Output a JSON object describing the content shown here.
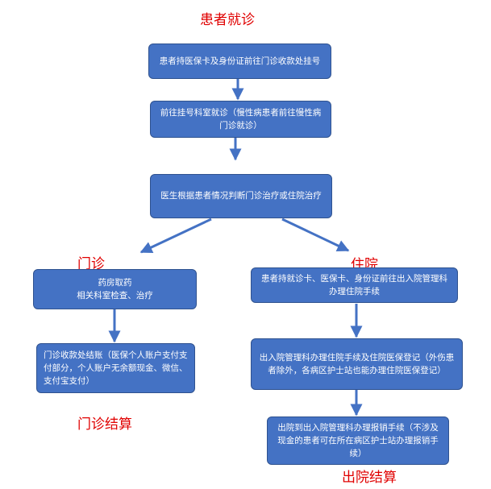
{
  "title": "患者就诊",
  "steps": {
    "register": "患者持医保卡及身份证前往门诊收款处挂号",
    "visit": "前往挂号科室就诊（慢性病患者前往慢性病门诊就诊）",
    "decide": "医生根据患者情况判断门诊治疗或住院治疗"
  },
  "branch_labels": {
    "outpatient": "门诊",
    "inpatient": "住院"
  },
  "outpatient": {
    "treatment_line1": "药房取药",
    "treatment_line2": "相关科室检查、治疗",
    "payment": "门诊收款处结账（医保个人账户支付支付部分，个人账户无余额现金、微信、支付宝支付）",
    "settlement_label": "门诊结算"
  },
  "inpatient": {
    "admission": "患者持就诊卡、医保卡、身份证前往出入院管理科办理住院手续",
    "insurance_register": "出入院管理科办理住院手续及住院医保登记（外伤患者除外，各病区护士站也能办理住院医保登记）",
    "discharge": "出院到出入院管理科办理报销手续（不涉及现金的患者可在所在病区护士站办理报销手续）",
    "settlement_label": "出院结算"
  },
  "colors": {
    "box_fill": "#4472c4",
    "box_border": "#2f528f",
    "arrow": "#4472c4",
    "label_red": "#e00000"
  }
}
